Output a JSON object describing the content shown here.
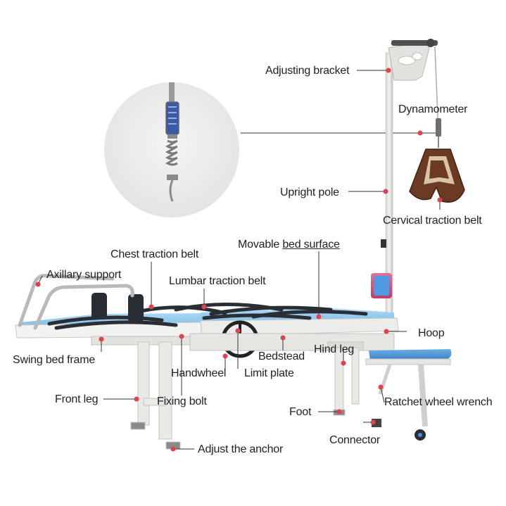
{
  "colors": {
    "marker": "#e0434f",
    "line": "#333333",
    "frame": "#e8e8e6",
    "frame_shade": "#c9c9c6",
    "bed_blue": "#8cc7ee",
    "strap": "#2a2d33",
    "seat_blue": "#4a90d4",
    "pad_pink": "#d14c7a",
    "neck_brown": "#6b3a22"
  },
  "labels": {
    "adjusting_bracket": "Adjusting bracket",
    "dynamometer": "Dynamometer",
    "upright_pole": "Upright pole",
    "cervical_traction_belt": "Cervical traction belt",
    "chest_traction_belt": "Chest traction belt",
    "movable_prefix": "Movable ",
    "bed_surface": "bed surface",
    "axillary_support": "Axillary support",
    "lumbar_traction_belt": "Lumbar traction belt",
    "hoop": "Hoop",
    "swing_bed_frame": "Swing bed frame",
    "bedstead": "Bedstead",
    "hind_leg": "Hind leg",
    "handwheel": "Handwheel",
    "limit_plate": "Limit plate",
    "front_leg": "Front leg",
    "fixing_bolt": "Fixing bolt",
    "ratchet_wheel_wrench": "Ratchet wheel wrench",
    "foot": "Foot",
    "connector": "Connector",
    "adjust_the_anchor": "Adjust the anchor"
  }
}
